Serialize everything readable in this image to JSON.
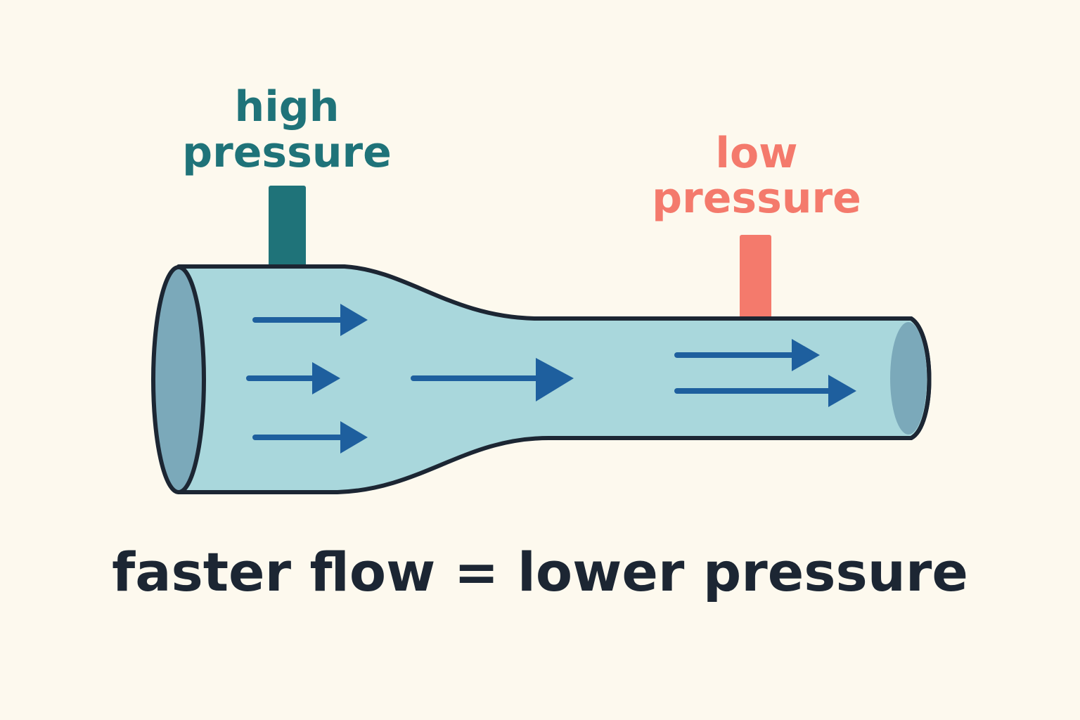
{
  "labels": {
    "high_line1": "high",
    "high_line2": "pressure",
    "low_line1": "low",
    "low_line2": "pressure",
    "caption": "faster flow = lower pressure"
  },
  "colors": {
    "background": "#fdf9ee",
    "pipe_fill": "#a9d7dc",
    "pipe_outline": "#1c2633",
    "pipe_end": "#7ba9ba",
    "arrow": "#1e5f9e",
    "high_pressure": "#1f7379",
    "low_pressure": "#f47a6c",
    "caption": "#1c2633"
  }
}
